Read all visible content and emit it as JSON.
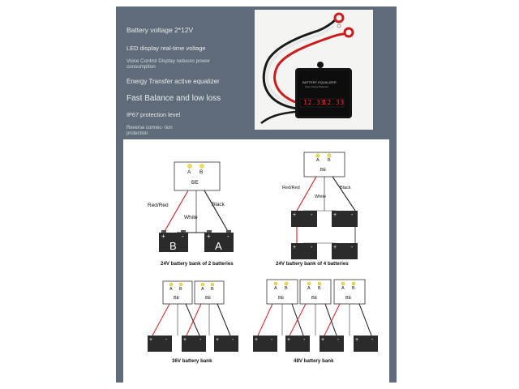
{
  "features": {
    "battery_voltage": "Battery voltage 2*12V",
    "led_display": "LED display real-time voltage",
    "voice_control": "Voice Control Display reduces power consumption",
    "energy_transfer": "Energy Transfer active equalizer",
    "fast_balance": "Fast Balance and low loss",
    "ip67": "IP67 protection level",
    "reverse_connection": "Reverse connec- tion protection"
  },
  "product": {
    "module_title": "BATTERY EQUALIZER",
    "module_subtitle": "Fast Charge Balancer",
    "readout_left": "12.33",
    "readout_right": "12.33"
  },
  "diagram_24v_2": {
    "box_led_a": "A",
    "box_led_b": "B",
    "box_label": "BE",
    "wire_red": "Red/Red",
    "wire_white": "White",
    "wire_black": "Black",
    "battery_b": "B",
    "battery_a": "A",
    "caption": "24V battery bank of 2 batteries"
  },
  "diagram_24v_4": {
    "box_led_a": "A",
    "box_led_b": "B",
    "box_label": "BE",
    "wire_red": "Red/Red",
    "wire_white": "White",
    "wire_black": "Black",
    "caption": "24V battery bank of 4 batteries"
  },
  "diagram_36v": {
    "box_led_a": "A",
    "box_led_b": "B",
    "box_label": "BE",
    "caption": "36V battery bank"
  },
  "diagram_48v": {
    "box_led_a": "A",
    "box_led_b": "B",
    "box_label": "BE",
    "caption": "48V battery bank"
  },
  "terminals": {
    "plus": "+",
    "minus": "-"
  },
  "colors": {
    "panel": "#5f6b78",
    "led_yellow": "#f2e34a",
    "wire_red": "#d32020",
    "wire_black": "#1a1a1a",
    "battery_body": "#2b2b2b",
    "readout_red": "#ff2a2a"
  }
}
